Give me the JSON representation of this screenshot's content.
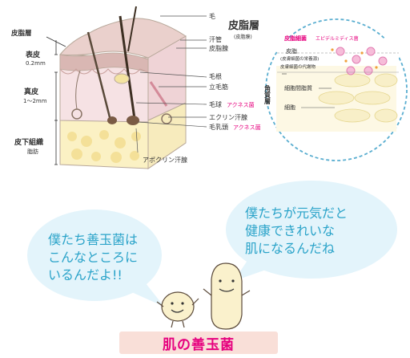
{
  "skin_labels": {
    "sebum_layer": "皮脂層",
    "epidermis": "表皮",
    "epidermis_depth": "0.2mm",
    "dermis": "真皮",
    "dermis_depth": "1～2mm",
    "subcutis": "皮下組織",
    "subcutis_sub": "脂肪",
    "hair": "毛",
    "sweat_duct": "汗管",
    "sebaceous_gland": "皮脂腺",
    "hair_root": "毛根",
    "arrector": "立毛筋",
    "hair_bulb": "毛球",
    "hair_bulb_bacteria": "アクネス菌",
    "eccrine": "エクリン汗腺",
    "papilla": "毛乳頭",
    "papilla_bacteria": "アクネス菌",
    "apocrine": "アポクリン汗腺"
  },
  "zoom": {
    "title": "皮脂層",
    "title_sub": "(皮脂膜)",
    "sebum_bacteria": "皮脂細菌",
    "epidermidis": "エピデルミディス菌",
    "sebum": "皮脂",
    "sebum_note": "(皮膚細菌の栄養源)",
    "metabolite": "皮膚細菌の代謝物",
    "stratum": "角質層",
    "intercellular_lipid": "細胞間脂質",
    "cell": "細胞"
  },
  "bubbles": {
    "left": [
      "僕たち善玉菌は",
      "こんなところに",
      "いるんだよ!!"
    ],
    "right": [
      "僕たちが元気だと",
      "健康できれいな",
      "肌になるんだね"
    ]
  },
  "footer": {
    "label": "肌の善玉菌"
  },
  "colors": {
    "accent_pink": "#e6007e",
    "bubble_fill": "#e3f4fb",
    "bubble_text": "#2aa3c9",
    "skin_fill": "#f5dde0",
    "fat_fill": "#fbf1c4",
    "footer_fill": "#f9dfd8"
  }
}
